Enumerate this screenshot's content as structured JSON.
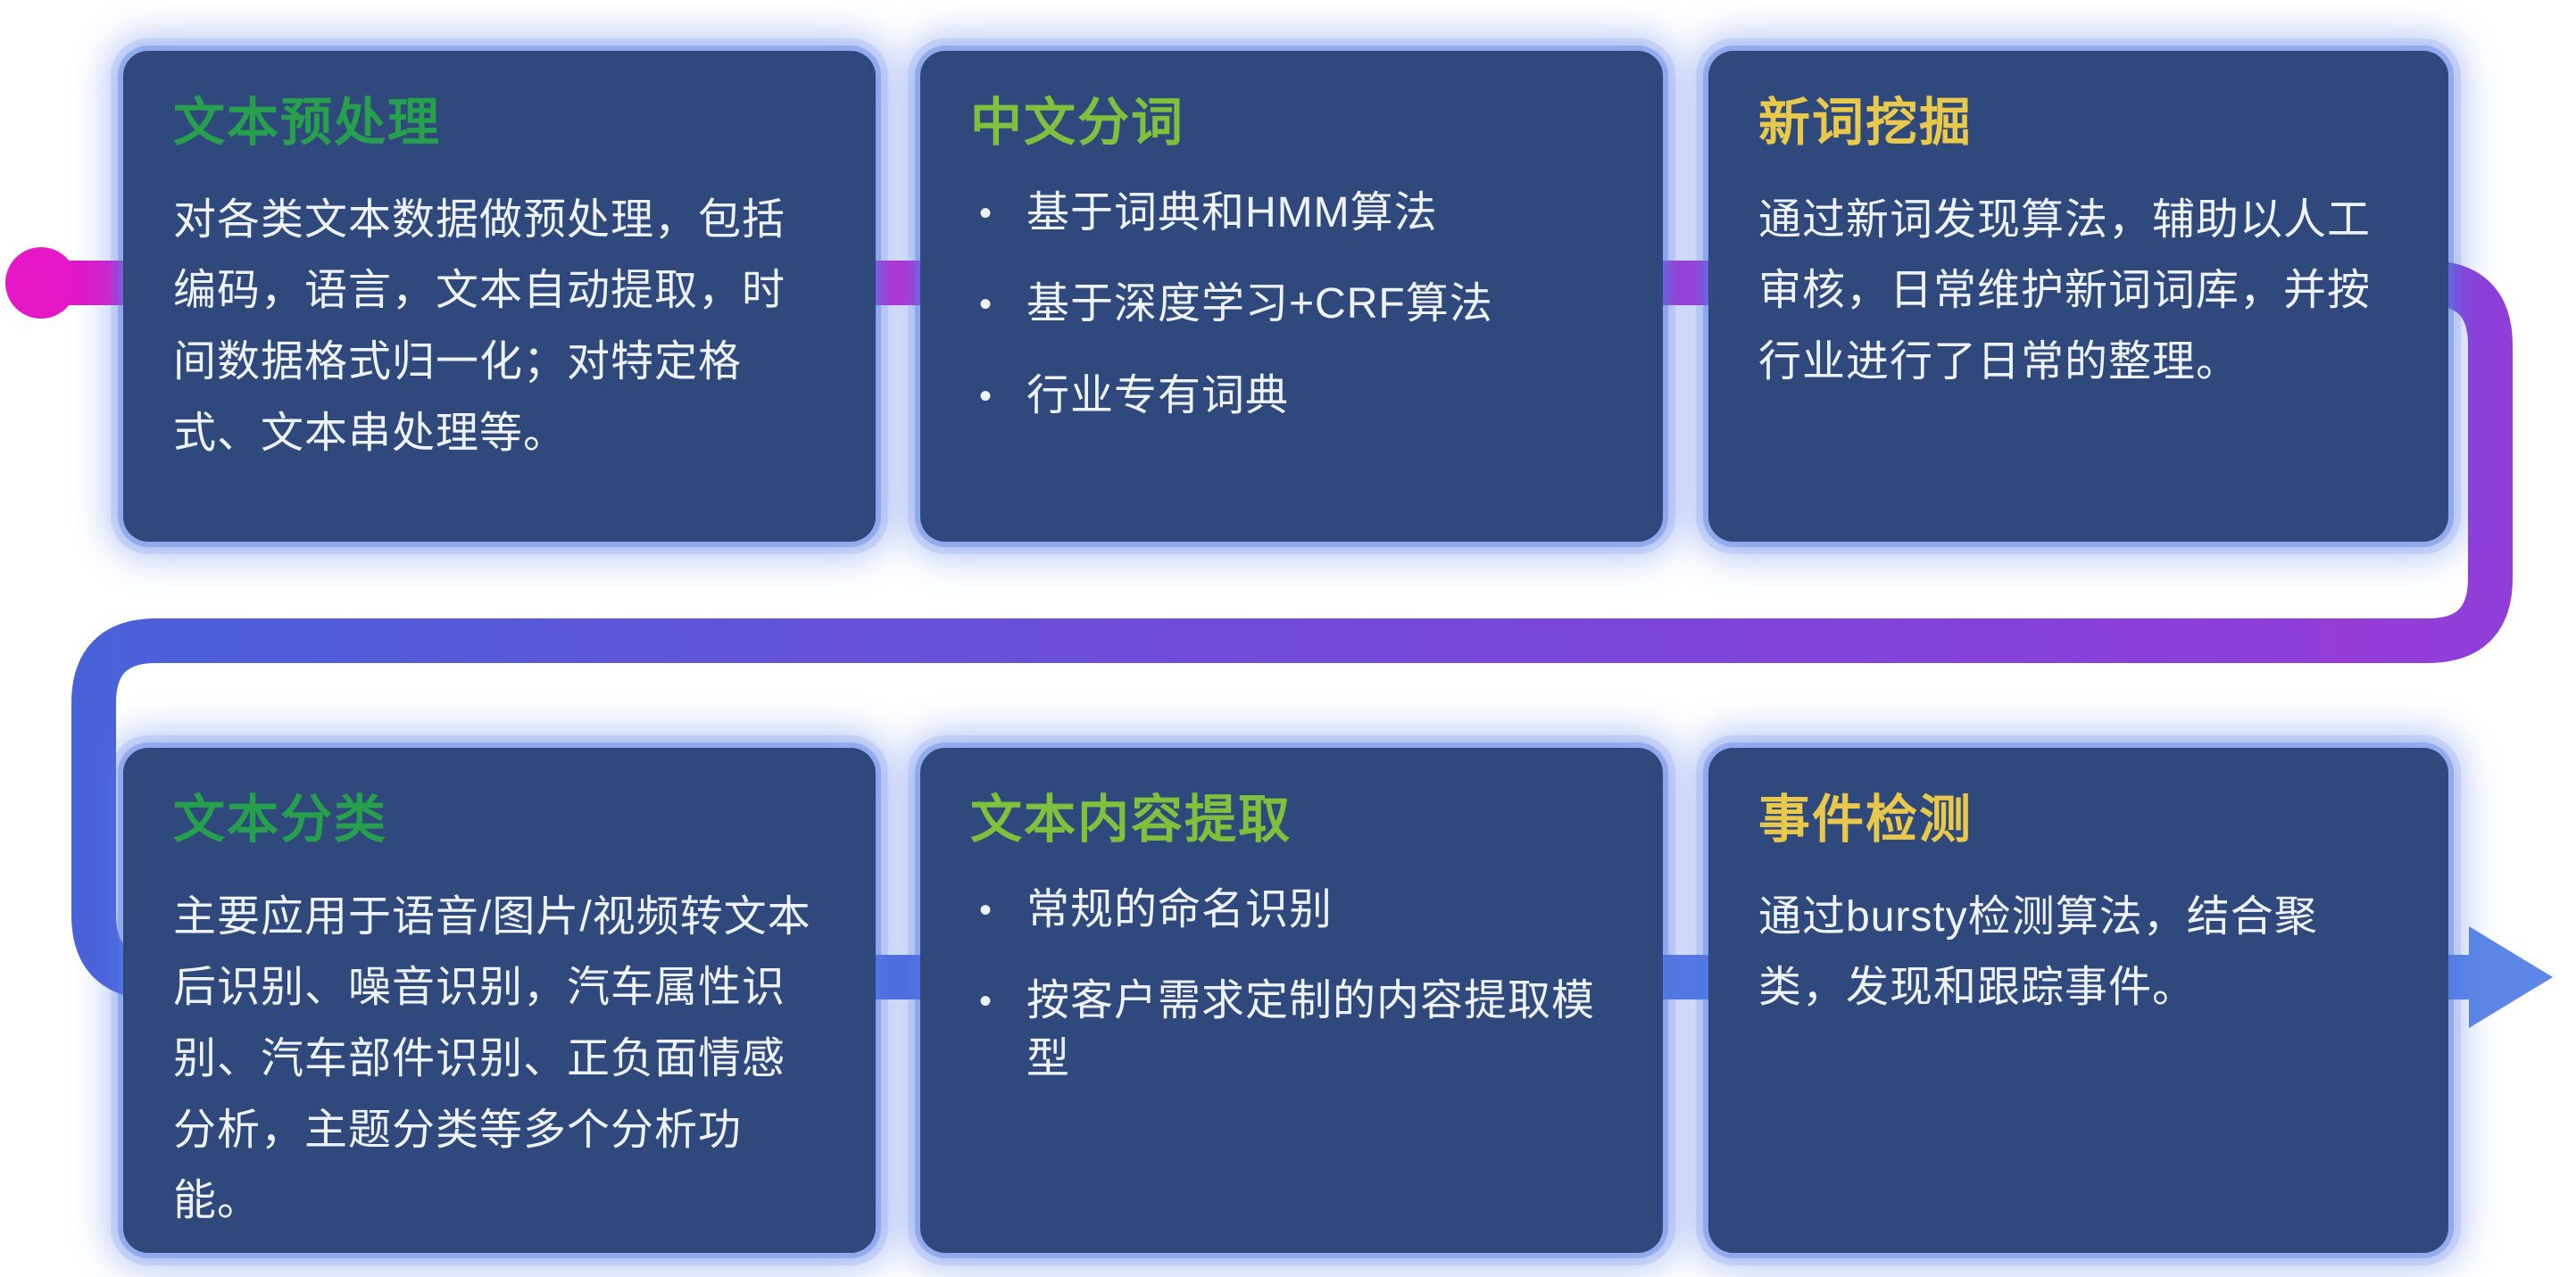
{
  "palette": {
    "card_bg": "#30497c",
    "card_glow": "#547ce4",
    "flow_start_magenta": "#e517c7",
    "flow_mid_purple": "#8f3ed8",
    "flow_end_blue": "#5d87e6",
    "title_green": "#27a04e",
    "title_lime": "#7fc03c",
    "title_yellow": "#e9c94b",
    "body_text": "#eef3fb"
  },
  "glyphs": {
    "bullet": "•"
  },
  "cards": [
    {
      "title": "文本预处理",
      "title_color": "#27a04e",
      "body": "对各类文本数据做预处理，包括编码，语言，文本自动提取，时间数据格式归一化；对特定格式、文本串处理等。"
    },
    {
      "title": "中文分词",
      "title_color": "#7fc03c",
      "bullets": [
        "基于词典和HMM算法",
        "基于深度学习+CRF算法",
        "行业专有词典"
      ]
    },
    {
      "title": "新词挖掘",
      "title_color": "#e9c94b",
      "body": "通过新词发现算法，辅助以人工审核，日常维护新词词库，并按行业进行了日常的整理。"
    },
    {
      "title": "文本分类",
      "title_color": "#27a04e",
      "body": "主要应用于语音/图片/视频转文本后识别、噪音识别，汽车属性识别、汽车部件识别、正负面情感分析，主题分类等多个分析功能。"
    },
    {
      "title": "文本内容提取",
      "title_color": "#7fc03c",
      "bullets": [
        "常规的命名识别",
        "按客户需求定制的内容提取模型"
      ]
    },
    {
      "title": "事件检测",
      "title_color": "#e9c94b",
      "body": "通过bursty检测算法，结合聚类，发现和跟踪事件。"
    }
  ]
}
